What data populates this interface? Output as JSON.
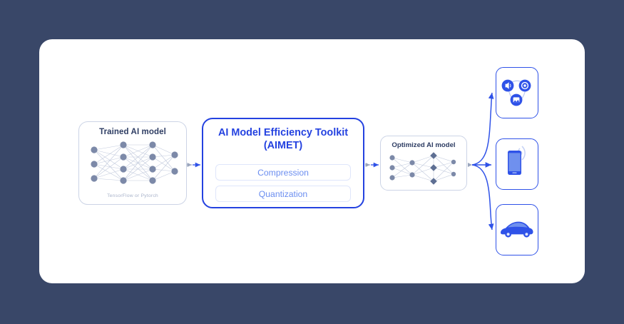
{
  "theme": {
    "backdrop": "#394768",
    "card_bg": "#ffffff",
    "accent_blue": "#2442e0",
    "arrow_blue": "#2f52e8",
    "pill_text": "#6b8ef0",
    "pill_border": "#dfe6fb",
    "box_border": "#ccd4e6",
    "heading_navy": "#2e3d63",
    "node_gray": "#7c89a8",
    "caption_gray": "#aab4cb"
  },
  "diagram": {
    "title": "AI Model Efficiency Toolkit workflow",
    "stages": {
      "input": {
        "title": "Trained AI model",
        "caption": "TensorFlow or Pytorch",
        "network": {
          "layers": [
            3,
            4,
            4,
            2
          ],
          "node_shape": "circle"
        }
      },
      "toolkit": {
        "title_line1": "AI Model Efficiency Toolkit",
        "title_line2": "(AIMET)",
        "features": [
          {
            "label": "Compression",
            "name": "compression"
          },
          {
            "label": "Quantization",
            "name": "quantization"
          }
        ]
      },
      "output": {
        "title": "Optimized AI model",
        "network": {
          "layers": [
            3,
            2,
            3,
            2
          ],
          "node_shape": "mixed"
        }
      }
    },
    "targets": [
      {
        "name": "iot-devices",
        "icons": [
          "speaker-icon",
          "camera-icon",
          "image-sensor-icon"
        ]
      },
      {
        "name": "mobile-phone",
        "icons": [
          "smartphone-icon",
          "wireless-signal-icon"
        ]
      },
      {
        "name": "automotive",
        "icons": [
          "car-icon"
        ]
      }
    ],
    "connectors": [
      {
        "from": "input",
        "to": "toolkit",
        "style": "straight-arrow"
      },
      {
        "from": "toolkit",
        "to": "output",
        "style": "straight-arrow"
      },
      {
        "from": "output",
        "to": "iot-devices",
        "style": "curved-arrow"
      },
      {
        "from": "output",
        "to": "mobile-phone",
        "style": "straight-arrow"
      },
      {
        "from": "output",
        "to": "automotive",
        "style": "curved-arrow"
      }
    ]
  }
}
